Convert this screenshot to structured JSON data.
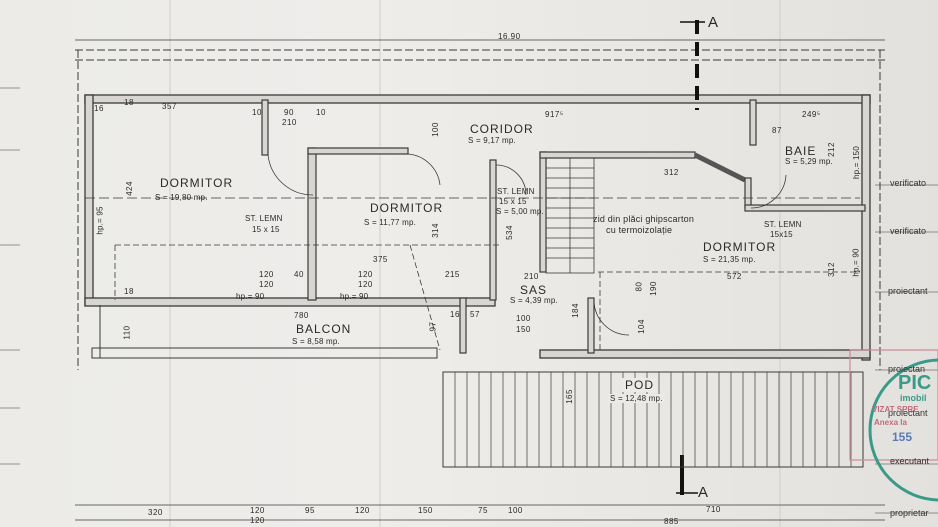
{
  "section_marker": {
    "letter": "A",
    "bottom_letter": "A"
  },
  "dimensions_top": {
    "overall": "16.90",
    "d357": "357",
    "d10a": "10",
    "d90": "90",
    "d210": "210",
    "d10b": "10",
    "d18": "18",
    "d16": "16",
    "d917": "917⁵",
    "d249": "249⁵",
    "d87": "87"
  },
  "rooms": {
    "coridor": {
      "name": "CORIDOR",
      "area": "S = 9,17 mp."
    },
    "dormitor1": {
      "name": "DORMITOR",
      "area": "S = 19,80 mp."
    },
    "dormitor2": {
      "name": "DORMITOR",
      "area": "S = 11,77 mp."
    },
    "dormitor3": {
      "name": "DORMITOR",
      "area": "S = 21,35 mp."
    },
    "baie": {
      "name": "BAIE",
      "area": "S = 5,29 mp."
    },
    "sas": {
      "name": "SAS",
      "area": "S = 4,39 mp."
    },
    "balcon": {
      "name": "BALCON",
      "area": "S = 8,58 mp."
    },
    "pod": {
      "name": "POD",
      "area": "S = 12,48 mp."
    },
    "stairs": {
      "area": "S = 5,00 mp."
    }
  },
  "notes": {
    "st_lemn_1": "ST. LEMN",
    "st_lemn_1_size": "15 x 15",
    "st_lemn_2": "ST. LEMN",
    "st_lemn_2_size": "15 x 15",
    "st_lemn_3": "ST. LEMN",
    "st_lemn_3_size": "15x15",
    "zid_1": "zid din plăci ghipscarton",
    "zid_2": "cu termoizolație",
    "hp90a": "hp.= 90",
    "hp90b": "hp.= 90",
    "hp90c": "hp.= 90",
    "hp95": "hp.= 95",
    "hp150": "hp.= 150"
  },
  "inner_dims": {
    "d424": "424",
    "d314": "314",
    "d534": "534",
    "d312": "312",
    "d312b": "312",
    "d212": "212",
    "d572": "572",
    "d375": "375",
    "d120a": "120",
    "d120b": "120",
    "d40": "40",
    "d120c": "120",
    "d120d": "120",
    "d215": "215",
    "d210b": "210",
    "d780": "780",
    "d184": "184",
    "d104": "104",
    "d80": "80",
    "d190": "190",
    "d165": "165",
    "d110": "110",
    "d100a": "100",
    "d100b": "100",
    "d150": "150",
    "d97": "97",
    "d57": "57",
    "d16b": "16",
    "d18b": "18"
  },
  "dimensions_bottom": {
    "d320": "320",
    "d120a": "120",
    "d120b": "120",
    "d95": "95",
    "d120c": "120",
    "d150": "150",
    "d75": "75",
    "d100": "100",
    "d710": "710",
    "d885": "885"
  },
  "side_labels": {
    "l1": "verificato",
    "l2": "verificato",
    "l3": "proiectant",
    "l4": "proiectan",
    "l5": "proiectant",
    "l6": "executant",
    "l7": "proprietar"
  },
  "stamp": {
    "text1": "PIC",
    "text2": "imobil",
    "text3": "VIZAT SPRE",
    "text4": "Anexa la",
    "text5": "155"
  }
}
